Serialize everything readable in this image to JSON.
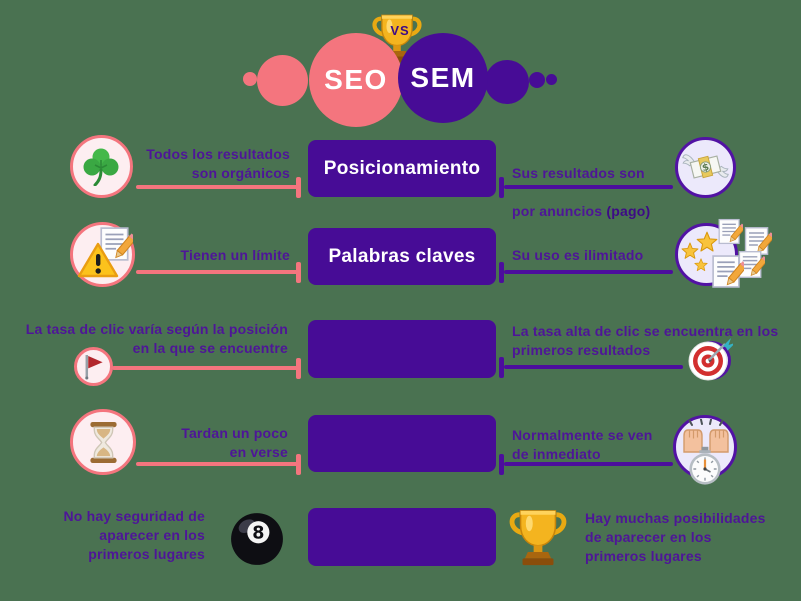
{
  "background_color": "#4a7251",
  "colors": {
    "pink": "#f4757e",
    "purple_box": "#470c96",
    "text_purple": "#4e1598",
    "pink_circle_fill": "#fdeef1",
    "purple_circle_fill": "#ece9fb",
    "white": "#ffffff"
  },
  "header": {
    "left_label": "SEO",
    "right_label": "SEM",
    "vs_label": "VS",
    "trophy_icon": "trophy-icon"
  },
  "rows": [
    {
      "box_label": "Posicionamiento",
      "left_text": "Todos los resultados\nson orgánicos",
      "left_icon": "clover-icon",
      "right_text_line1": "Sus resultados son",
      "right_text_line2": "por anuncios ",
      "right_text_line2_bold": "(pago)",
      "right_icon": "money-with-wings-icon"
    },
    {
      "box_label": "Palabras claves",
      "left_text": "Tienen un límite",
      "left_icon": "warning-memo-icon",
      "right_text": "Su uso es ilimitado",
      "right_icon": "stars-memos-icon"
    },
    {
      "box_label": "",
      "left_text": "La tasa de clic varía según la posición\nen la que se encuentre",
      "left_icon": "flag-icon",
      "right_text": "La tasa alta de clic se encuentra en los\nprimeros resultados",
      "right_icon": "dartboard-icon"
    },
    {
      "box_label": "",
      "left_text": "Tardan un poco\nen verse",
      "left_icon": "hourglass-icon",
      "right_text": "Normalmente se ven\nde inmediato",
      "right_icon": "hands-stopwatch-icon"
    },
    {
      "box_label": "",
      "left_text": "No hay seguridad de\naparecer en los\nprimeros lugares",
      "left_icon": "eight-ball-icon",
      "right_text": "Hay muchas posibilidades\nde aparecer en los\nprimeros lugares",
      "right_icon": "trophy-icon"
    }
  ]
}
